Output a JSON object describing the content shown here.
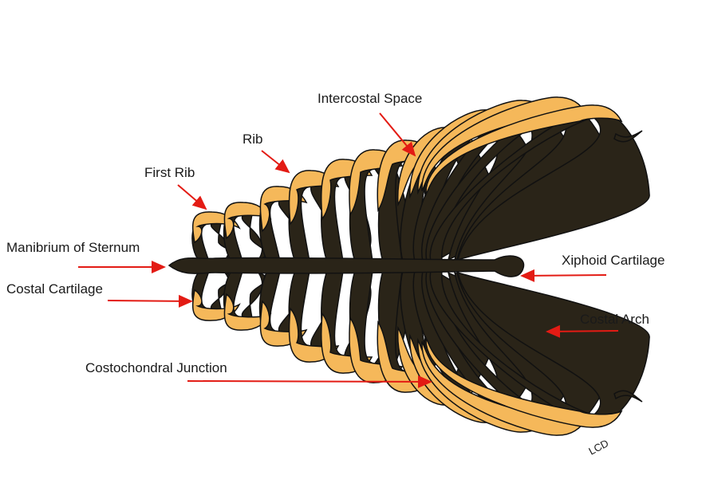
{
  "diagram": {
    "labels": {
      "manubrium": "Manibrium of Sternum",
      "costal_cartilage": "Costal Cartilage",
      "first_rib": "First Rib",
      "rib": "Rib",
      "intercostal_space": "Intercostal Space",
      "xiphoid": "Xiphoid Cartilage",
      "costal_arch": "Costal Arch",
      "costochondral_junction": "Costochondral Junction",
      "signature": "LCD"
    },
    "colors": {
      "bone": "#2a2418",
      "cartilage": "#f5b85a",
      "arrow": "#e31b14",
      "outline": "#111111"
    }
  }
}
